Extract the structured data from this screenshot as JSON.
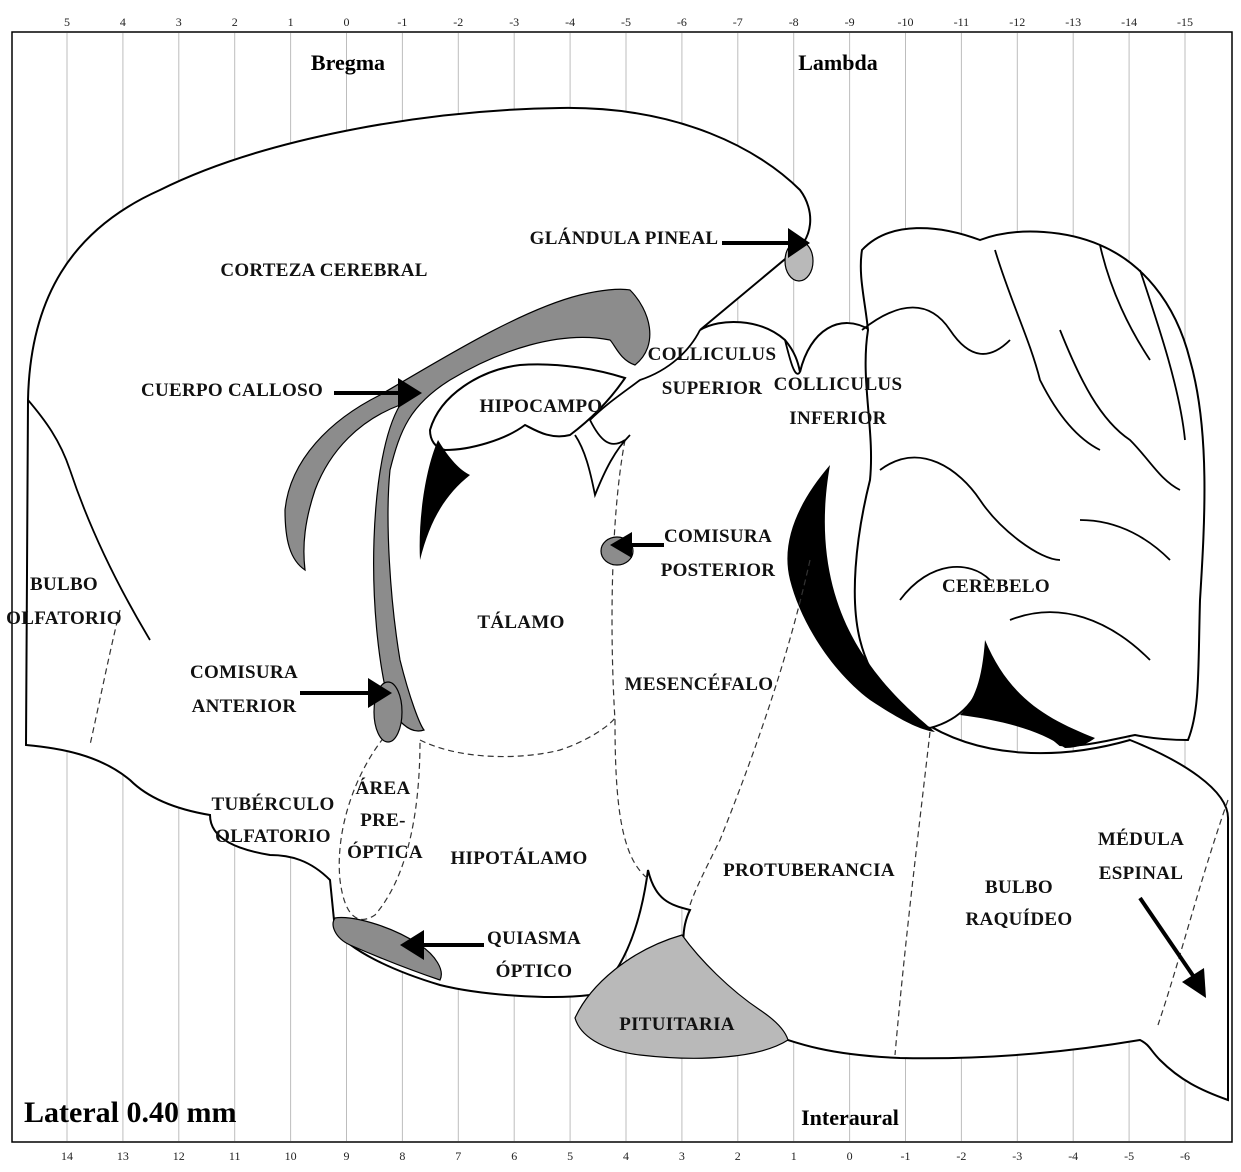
{
  "top_ticks": [
    "5",
    "4",
    "3",
    "2",
    "1",
    "0",
    "-1",
    "-2",
    "-3",
    "-4",
    "-5",
    "-6",
    "-7",
    "-8",
    "-9",
    "-10",
    "-11",
    "-12",
    "-13",
    "-14",
    "-15"
  ],
  "bottom_ticks": [
    "14",
    "13",
    "12",
    "11",
    "10",
    "9",
    "8",
    "7",
    "6",
    "5",
    "4",
    "3",
    "2",
    "1",
    "0",
    "-1",
    "-2",
    "-3",
    "-4",
    "-5",
    "-6"
  ],
  "landmarks": {
    "bregma": "Bregma",
    "lambda": "Lambda",
    "interaural": "Interaural"
  },
  "section_label": "Lateral 0.40 mm",
  "regions": {
    "corteza_cerebral": "CORTEZA CEREBRAL",
    "glandula_pineal": "GLÁNDULA PINEAL",
    "cuerpo_calloso": "CUERPO CALLOSO",
    "hipocampo": "HIPOCAMPO",
    "colliculus_superior": [
      "COLLICULUS",
      "SUPERIOR"
    ],
    "colliculus_inferior": [
      "COLLICULUS",
      "INFERIOR"
    ],
    "comisura_posterior": [
      "COMISURA",
      "POSTERIOR"
    ],
    "bulbo_olfatorio": [
      "BULBO",
      "OLFATORIO"
    ],
    "talamo": "TÁLAMO",
    "cerebelo": "CEREBELO",
    "comisura_anterior": [
      "COMISURA",
      "ANTERIOR"
    ],
    "mesencefalo": "MESENCÉFALO",
    "tuberculo_olfatorio": [
      "TUBÉRCULO",
      "OLFATORIO"
    ],
    "area_preoptica": [
      "ÁREA",
      "PRE-",
      "ÓPTICA"
    ],
    "hipotalamo": "HIPOTÁLAMO",
    "protuberancia": "PROTUBERANCIA",
    "bulbo_raquideo": [
      "BULBO",
      "RAQUÍDEO"
    ],
    "medula_espinal": [
      "MÉDULA",
      "ESPINAL"
    ],
    "quiasma_optico": [
      "QUIASMA",
      "ÓPTICO"
    ],
    "pituitaria": "PITUITARIA"
  }
}
